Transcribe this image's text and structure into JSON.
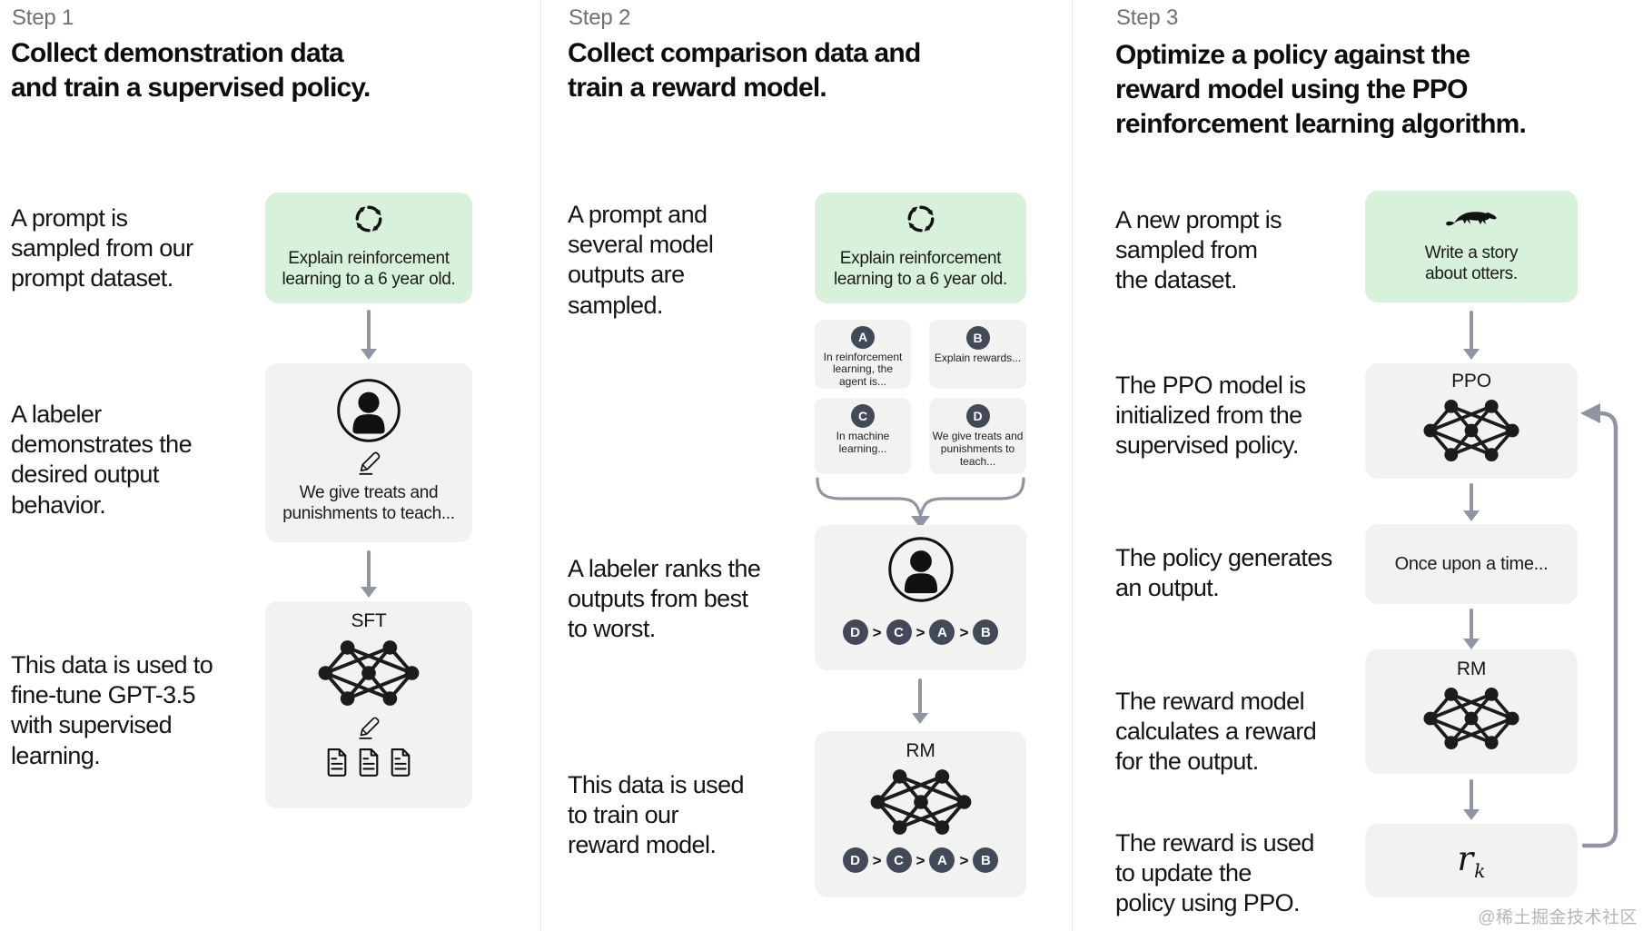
{
  "watermark": "@稀土掘金技术社区",
  "ranking_separator": ">",
  "colors": {
    "prompt_box_green": "#d7f1da",
    "model_box_gray": "#f2f2f0",
    "badge_slate": "#424959",
    "arrow_gray": "#9095a4",
    "step_label_gray": "#6f7070"
  },
  "icons": {
    "cycle-icon": "circular-refresh-arrows",
    "person-icon": "labeler-person-in-circle",
    "pencil-icon": "edit-pencil-with-underline",
    "documents-icon": "three-text-pages",
    "network-icon": "neural-network-nodes",
    "otter-icon": "otter-silhouette",
    "arrow-down-icon": "gray-down-arrow",
    "brace-arrow-icon": "converging-brace-arrow",
    "loop-arrow-icon": "feedback-loop-arrow"
  },
  "step1": {
    "label": "Step 1",
    "title": "Collect demonstration data\nand train a supervised policy.",
    "captions": {
      "prompt": "A prompt is\nsampled from our\nprompt dataset.",
      "labeler": "A labeler\ndemonstrates the\ndesired output\nbehavior.",
      "finetune": "This data is used to\nfine-tune GPT-3.5\nwith supervised\nlearning."
    },
    "prompt_box": "Explain reinforcement\nlearning to a 6 year old.",
    "labeler_box": "We give treats and\npunishments to teach...",
    "model_label": "SFT"
  },
  "step2": {
    "label": "Step 2",
    "title": "Collect comparison data and\ntrain a reward model.",
    "captions": {
      "sampled": "A prompt and\nseveral model\noutputs are\nsampled.",
      "ranks": "A labeler ranks the\noutputs from best\nto worst.",
      "train": "This data is used\nto train our\nreward model."
    },
    "prompt_box": "Explain reinforcement\nlearning to a 6 year old.",
    "answers": [
      {
        "badge": "A",
        "text": "In reinforcement\nlearning, the\nagent is..."
      },
      {
        "badge": "B",
        "text": "Explain rewards..."
      },
      {
        "badge": "C",
        "text": "In machine\nlearning..."
      },
      {
        "badge": "D",
        "text": "We give treats and\npunishments to\nteach..."
      }
    ],
    "ranking": [
      "D",
      "C",
      "A",
      "B"
    ],
    "model_label": "RM"
  },
  "step3": {
    "label": "Step 3",
    "title": "Optimize a policy against the\nreward model using the PPO\nreinforcement learning algorithm.",
    "captions": {
      "new_prompt": "A new prompt is\nsampled from\nthe dataset.",
      "ppo_init": "The PPO model is\ninitialized from the\nsupervised policy.",
      "generates": "The policy generates\nan output.",
      "reward_calc": "The reward model\ncalculates a reward\nfor the output.",
      "reward_update": "The reward is used\nto update the\npolicy using PPO."
    },
    "prompt_box": "Write a story\nabout otters.",
    "ppo_label": "PPO",
    "output_box": "Once upon a time...",
    "rm_label": "RM",
    "reward": {
      "base": "r",
      "sub": "k"
    }
  }
}
